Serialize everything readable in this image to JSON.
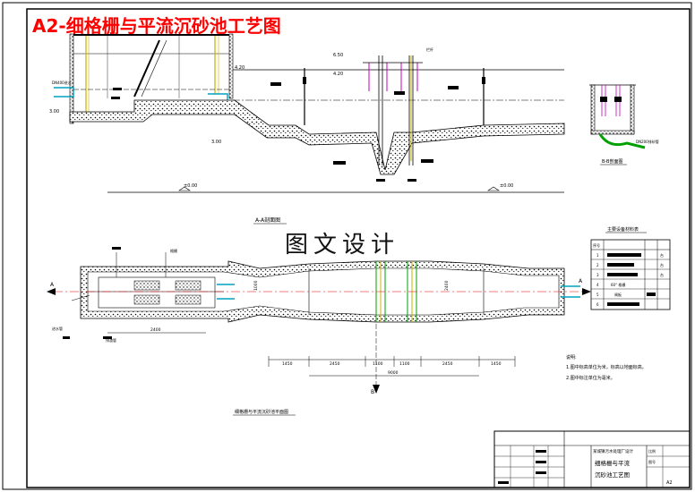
{
  "title": "A2-细格栅与平流沉砂池工艺图",
  "watermark": "图文设计",
  "section_top": {
    "section_label": "A-A剖面图",
    "levels": [
      "6.50",
      "4.20",
      "4.20",
      "3.00",
      "3.00",
      "±0.00",
      "±0.00"
    ],
    "pipe_label": "DN400进水",
    "callout": "栏杆"
  },
  "section_right": {
    "label": "B-B剖面图",
    "pipe_label": "DN200排砂管"
  },
  "plan": {
    "caption": "细格栅与平流沉砂池平面图",
    "cut_a_left": "A",
    "cut_a_right": "A",
    "cut_b": "B",
    "dims_bottom": [
      "1450",
      "2450",
      "1100",
      "1100",
      "2450",
      "1450"
    ],
    "dim_total": "9000",
    "dim_left": "2400",
    "dim_width": "1000",
    "dim_width2": "2400",
    "left_labels": [
      "进水管",
      "格栅",
      "排渣管"
    ]
  },
  "equipment_table": {
    "title": "主要设备材料表",
    "header": [
      "序号"
    ],
    "rows": [
      "1",
      "2",
      "3",
      "4",
      "5",
      "6"
    ],
    "unit": "台",
    "row_texts": [
      "",
      "",
      "",
      "60° 格栅",
      "闸板",
      ""
    ]
  },
  "notes": {
    "heading": "说明:",
    "lines": [
      "1.图中标高单位为米，标高以地面标高。",
      "2.图中标注单位为毫米。"
    ]
  },
  "title_block": {
    "project": "某城镇污水处理厂设计",
    "drawing_name_1": "细格栅与平流",
    "drawing_name_2": "沉砂池工艺图",
    "size_label": "A2",
    "scale_label": "比例",
    "sheet_label": "图号"
  }
}
